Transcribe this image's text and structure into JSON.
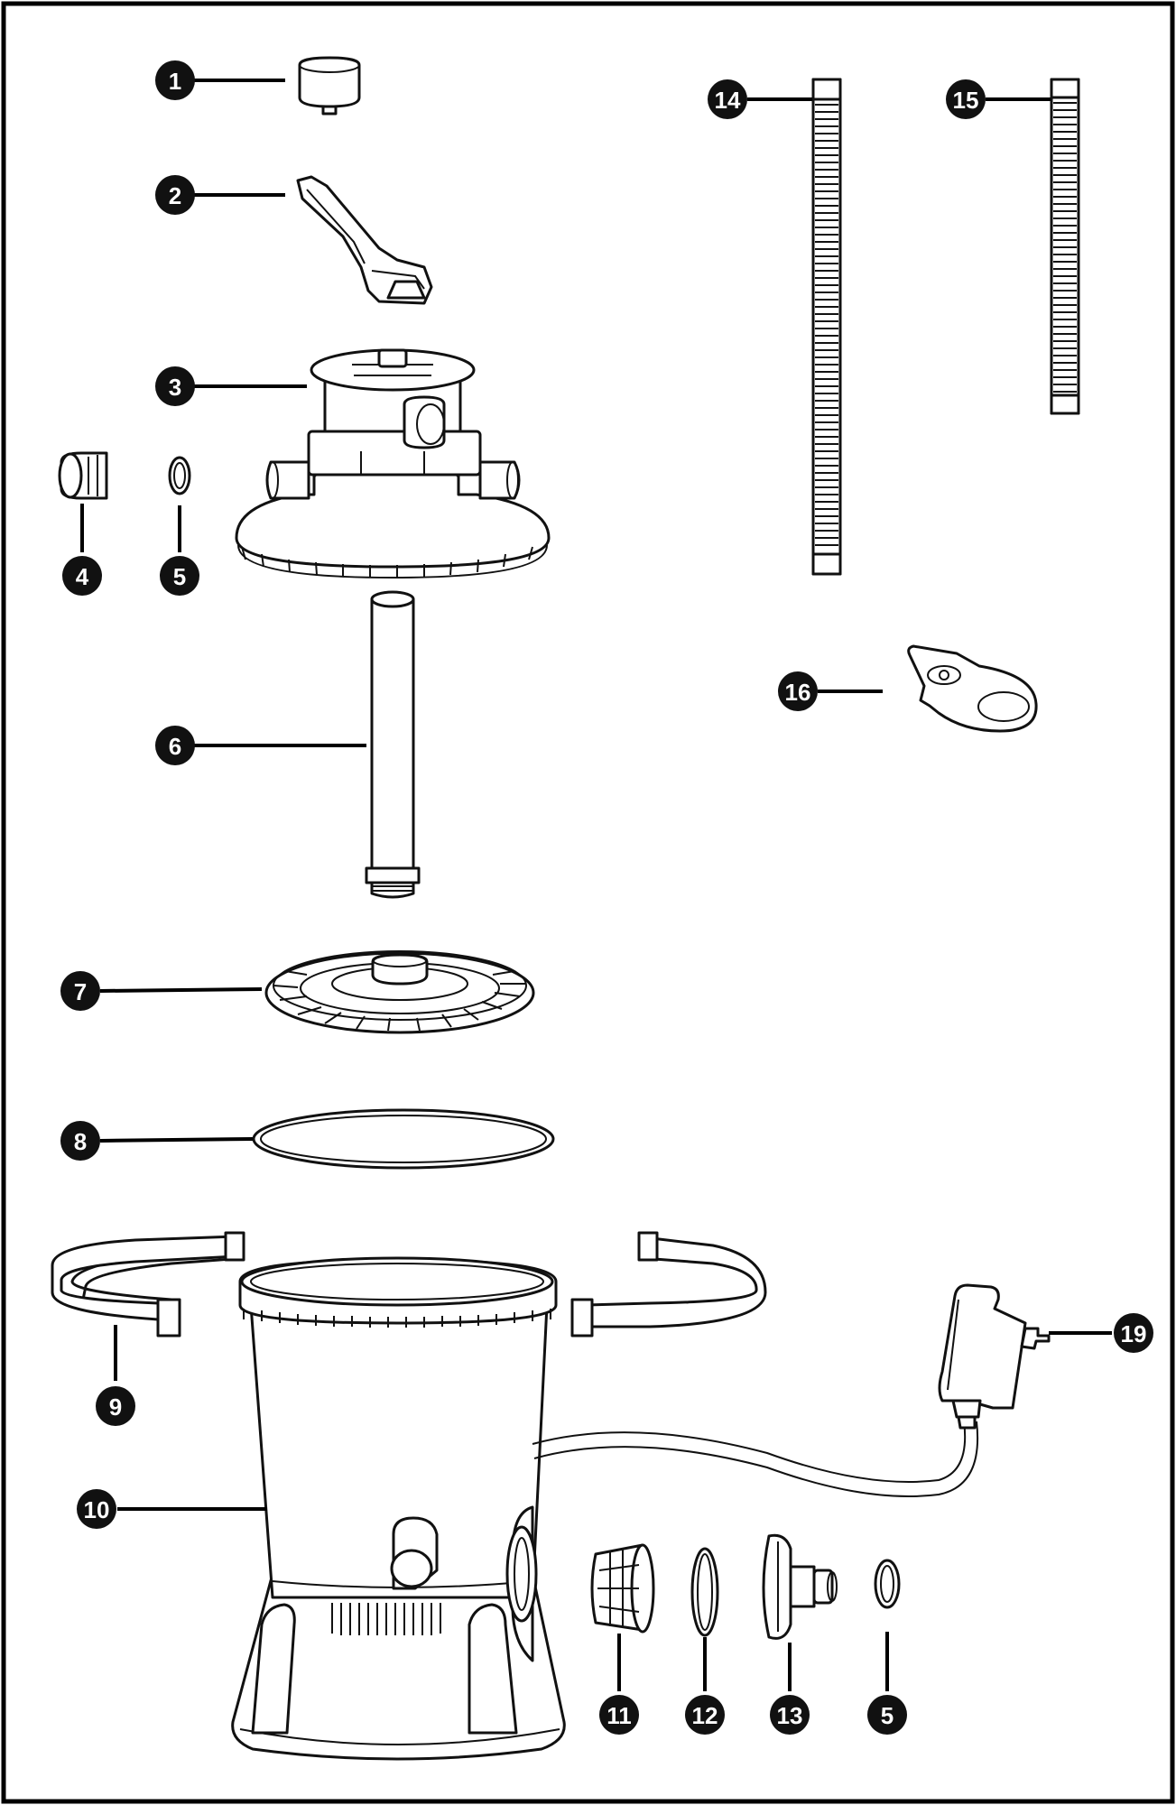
{
  "callouts": [
    {
      "id": "c1",
      "num": "1",
      "part": "valve-knob-cap"
    },
    {
      "id": "c2",
      "num": "2",
      "part": "valve-handle"
    },
    {
      "id": "c3",
      "num": "3",
      "part": "multiport-valve"
    },
    {
      "id": "c4",
      "num": "4",
      "part": "port-cap"
    },
    {
      "id": "c5a",
      "num": "5",
      "part": "o-ring-upper"
    },
    {
      "id": "c6",
      "num": "6",
      "part": "center-pipe"
    },
    {
      "id": "c7",
      "num": "7",
      "part": "diffuser"
    },
    {
      "id": "c8",
      "num": "8",
      "part": "tank-o-ring"
    },
    {
      "id": "c9",
      "num": "9",
      "part": "tank-clamp"
    },
    {
      "id": "c10",
      "num": "10",
      "part": "tank-and-pump-base"
    },
    {
      "id": "c11",
      "num": "11",
      "part": "strainer"
    },
    {
      "id": "c12",
      "num": "12",
      "part": "strainer-o-ring"
    },
    {
      "id": "c13",
      "num": "13",
      "part": "outlet-connector"
    },
    {
      "id": "c5b",
      "num": "5",
      "part": "o-ring-lower"
    },
    {
      "id": "c14",
      "num": "14",
      "part": "long-hose"
    },
    {
      "id": "c15",
      "num": "15",
      "part": "short-hose"
    },
    {
      "id": "c16",
      "num": "16",
      "part": "hose-clamp"
    },
    {
      "id": "c19",
      "num": "19",
      "part": "power-plug"
    }
  ],
  "colors": {
    "ink": "#111111",
    "paper": "#ffffff"
  }
}
